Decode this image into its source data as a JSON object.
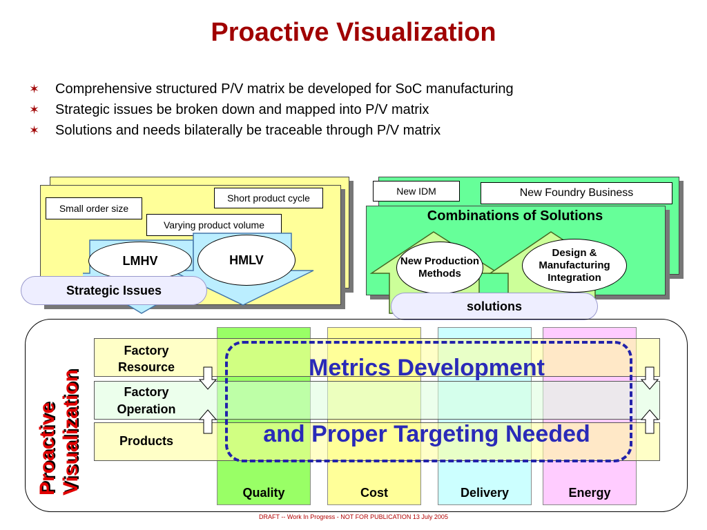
{
  "title": "Proactive Visualization",
  "bullets": [
    "Comprehensive structured P/V matrix be developed for SoC manufacturing",
    "Strategic issues be broken down and mapped into P/V matrix",
    "Solutions and needs bilaterally be traceable through P/V matrix"
  ],
  "bullet_icon": "star-bullet-icon",
  "left_panel": {
    "short_cycle": "Short product cycle",
    "small_order": "Small order size",
    "varying_volume": "Varying product volume",
    "lmhv": "LMHV",
    "hmlv": "HMLV",
    "cloud": "Strategic Issues"
  },
  "right_panel": {
    "new_idm": "New IDM",
    "new_foundry": "New Foundry Business",
    "combinations": "Combinations of Solutions",
    "new_production": "New Production Methods",
    "design_mfg": "Design & Manufacturing Integration",
    "cloud": "solutions"
  },
  "matrix": {
    "side_label_1": "Proactive",
    "side_label_2": "Visualization",
    "rows": [
      "Factory Resource",
      "Factory Operation",
      "Products"
    ],
    "columns": [
      "Quality",
      "Cost",
      "Delivery",
      "Energy"
    ],
    "metrics_line1": "Metrics Development",
    "metrics_line2": "and Proper Targeting Needed"
  },
  "colors": {
    "title": "#a00000",
    "quality": "#99ff66",
    "cost": "#ffff99",
    "delivery": "#ccffff",
    "energy": "#ffccff",
    "metrics": "#2a2ab8"
  },
  "footer": "DRAFT -- Work In Progress - NOT FOR PUBLICATION     13 July 2005"
}
